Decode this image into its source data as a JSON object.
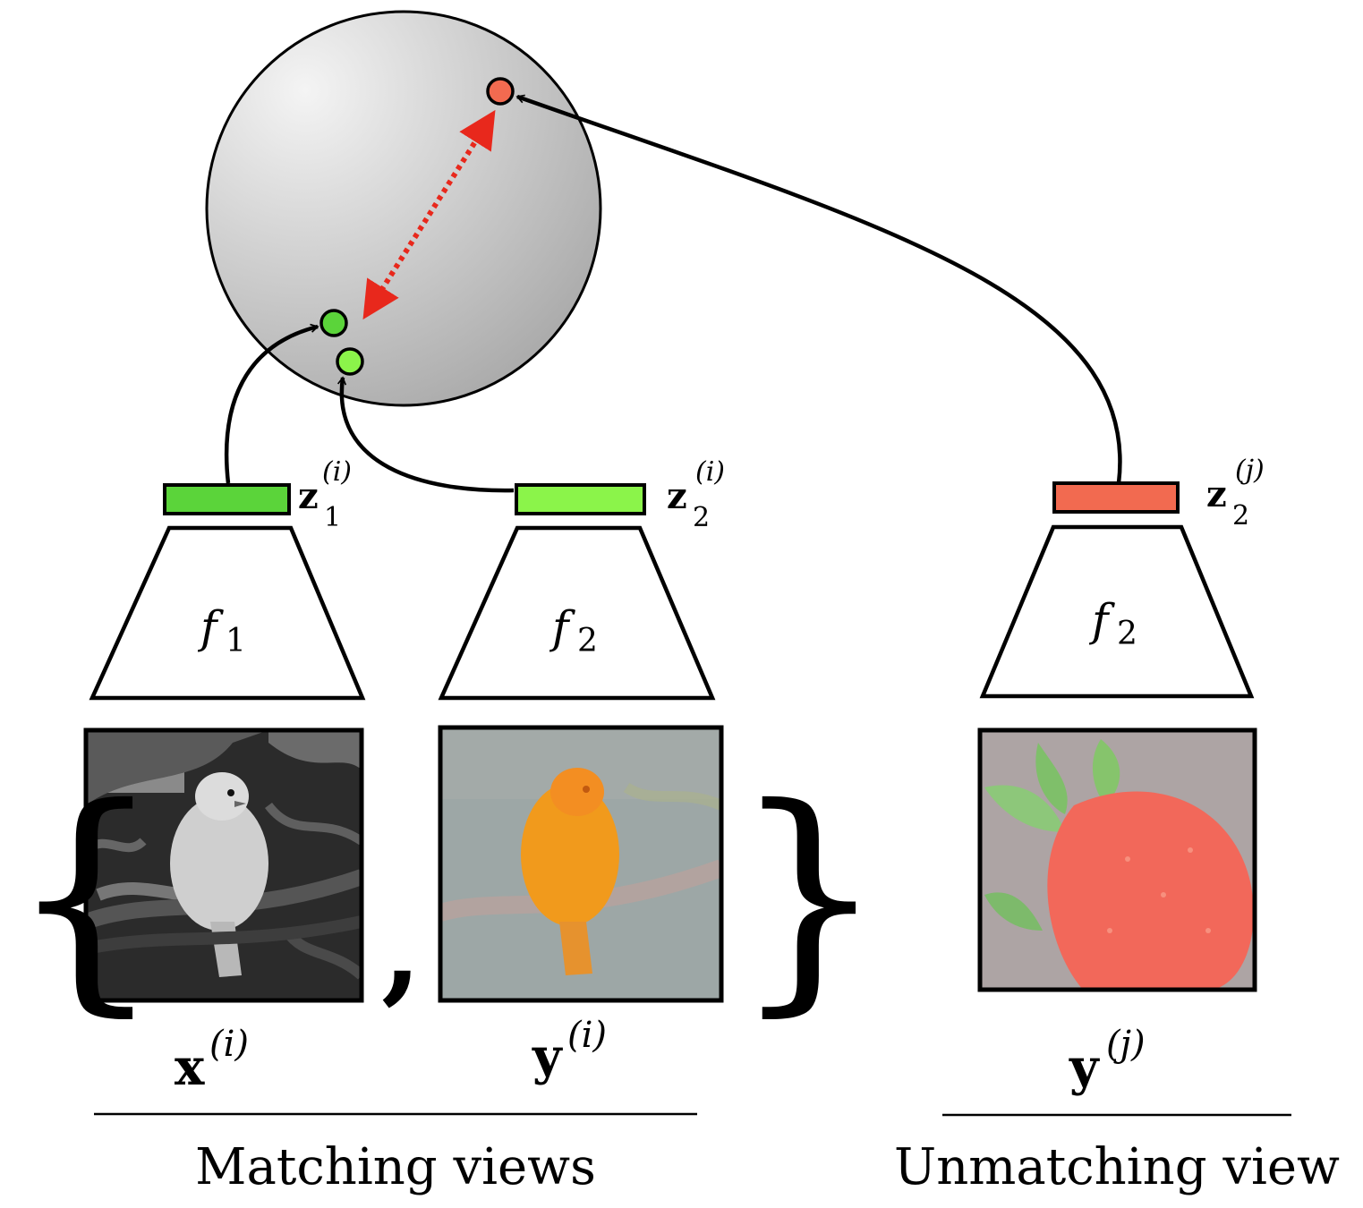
{
  "colors": {
    "matched_feature_1": "#5BD43A",
    "matched_feature_2": "#8BF44A",
    "unmatched_feature": "#F26A50",
    "distance_arrow": "#E8281C",
    "sphere_light": "#F4F4F4",
    "sphere_dark": "#A6A6A6"
  },
  "encoders": [
    {
      "symbol": "f",
      "subscript": "1"
    },
    {
      "symbol": "f",
      "subscript": "2"
    },
    {
      "symbol": "f",
      "subscript": "2"
    }
  ],
  "features": [
    {
      "symbol": "z",
      "subscript": "1",
      "superscript": "(i)"
    },
    {
      "symbol": "z",
      "subscript": "2",
      "superscript": "(i)"
    },
    {
      "symbol": "z",
      "subscript": "2",
      "superscript": "(j)"
    }
  ],
  "inputs": [
    {
      "symbol": "x",
      "superscript": "(i)",
      "content": "grayscale bird image"
    },
    {
      "symbol": "y",
      "superscript": "(i)",
      "content": "color-channel bird image"
    },
    {
      "symbol": "y",
      "superscript": "(j)",
      "content": "color-channel strawberry image"
    }
  ],
  "set_brackets": {
    "open": "{",
    "separator": ",",
    "close": "}"
  },
  "groups": [
    {
      "label": "Matching views"
    },
    {
      "label": "Unmatching view"
    }
  ]
}
